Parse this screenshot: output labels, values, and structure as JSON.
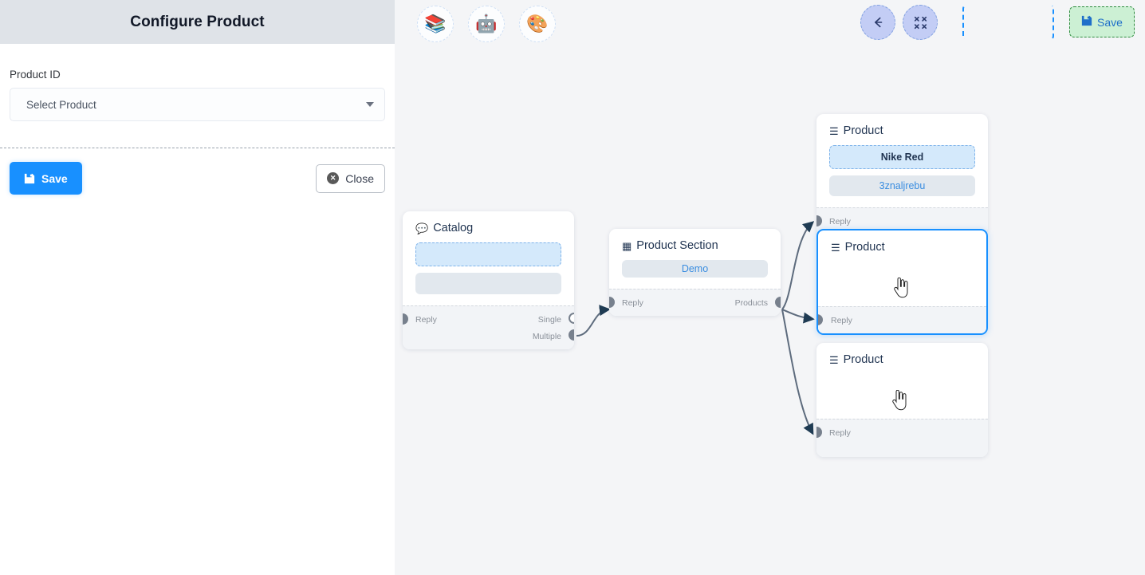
{
  "panel": {
    "title": "Configure Product",
    "field_label": "Product ID",
    "select_value": "Select Product",
    "caret_icon": "chevron-down-icon",
    "save_label": "Save",
    "close_label": "Close",
    "save_icon": "floppy-disk-icon",
    "close_icon": "x-circle-icon",
    "header_bg": "#dfe3e8",
    "save_bg": "#1890ff"
  },
  "toolbar": {
    "left_tools": [
      {
        "name": "script-stack-icon",
        "glyph": "📚"
      },
      {
        "name": "robot-icon",
        "glyph": "🤖"
      },
      {
        "name": "palette-icon",
        "glyph": "🎨"
      }
    ],
    "back_icon": "arrow-left-icon",
    "fit_icon": "fit-to-screen-icon",
    "empty_slot_label": "",
    "save_label": "Save",
    "save_icon": "floppy-disk-icon",
    "save_bg": "#ccf0d4",
    "save_border": "#2e8b3e",
    "nav_bg": "#c3cdf5"
  },
  "canvas": {
    "bg": "#f4f5f7",
    "nodes": [
      {
        "id": "catalog",
        "title": "Catalog",
        "icon": "chat-bubble-icon",
        "dashed_chip": "",
        "grey_chip": "",
        "in_port": "Reply",
        "out_ports": [
          "Single",
          "Multiple"
        ],
        "selected": false
      },
      {
        "id": "product-section",
        "title": "Product Section",
        "icon": "grid-table-icon",
        "grey_chip": "Demo",
        "in_port": "Reply",
        "out_ports": [
          "Products"
        ],
        "selected": false
      },
      {
        "id": "product-1",
        "title": "Product",
        "icon": "list-lines-icon",
        "dashed_chip": "Nike Red",
        "grey_chip": "3znaljrebu",
        "in_port": "Reply",
        "selected": false
      },
      {
        "id": "product-2",
        "title": "Product",
        "icon": "list-lines-icon",
        "in_port": "Reply",
        "selected": true,
        "cursor": "pointer-hand-cursor"
      },
      {
        "id": "product-3",
        "title": "Product",
        "icon": "list-lines-icon",
        "in_port": "Reply",
        "selected": false,
        "cursor": "pointer-hand-cursor"
      }
    ],
    "edge_color": "#5d6b7d"
  }
}
